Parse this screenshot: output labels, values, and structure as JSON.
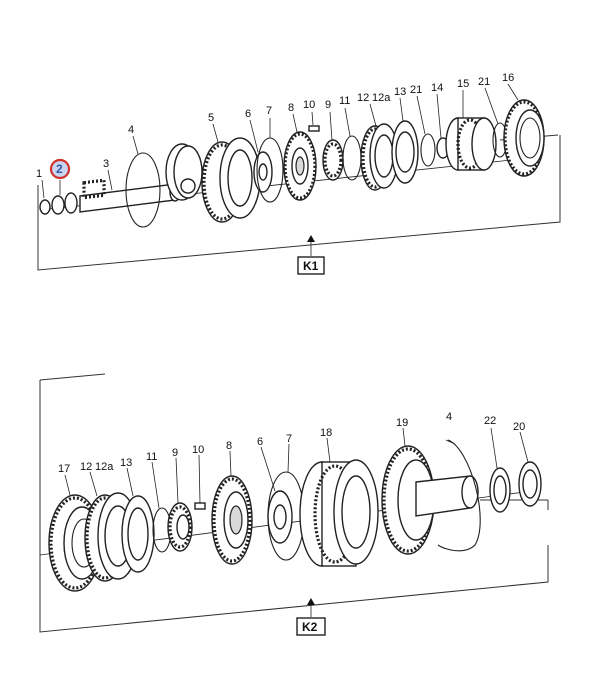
{
  "assembly_top": {
    "box_label": "K1",
    "callouts": [
      "1",
      "2",
      "3",
      "4",
      "5",
      "6",
      "7",
      "8",
      "10",
      "9",
      "11",
      "12",
      "12a",
      "13",
      "21",
      "14",
      "15",
      "21",
      "16"
    ],
    "highlighted_callout": "2"
  },
  "assembly_bottom": {
    "box_label": "K2",
    "callouts": [
      "17",
      "12",
      "12a",
      "13",
      "11",
      "9",
      "10",
      "8",
      "6",
      "7",
      "18",
      "19",
      "4",
      "22",
      "20"
    ]
  }
}
